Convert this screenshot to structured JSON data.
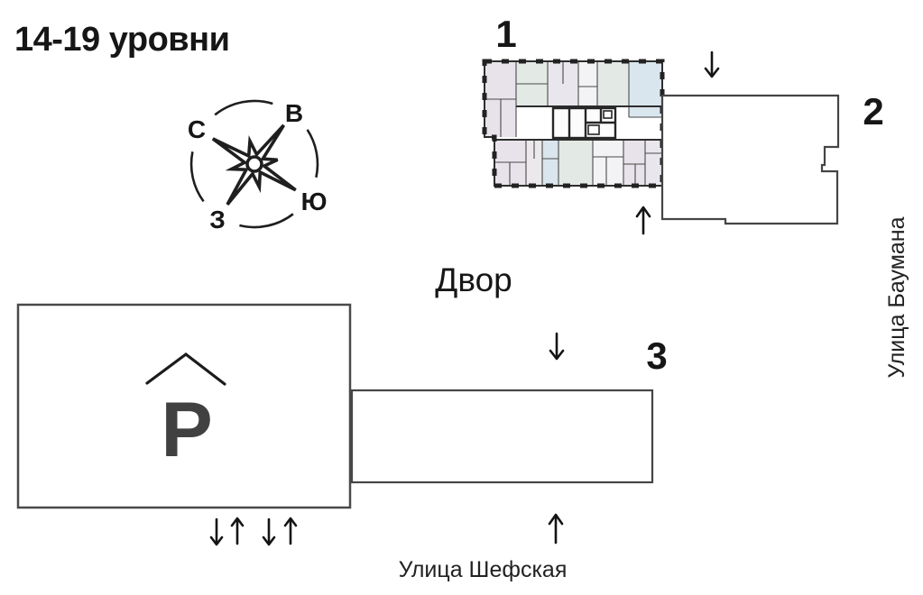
{
  "title": "14-19 уровни",
  "plan": {
    "courtyard_label": "Двор",
    "buildings": [
      {
        "label": "1"
      },
      {
        "label": "2"
      },
      {
        "label": "3"
      }
    ],
    "parking": {
      "symbol": "Р"
    },
    "streets": {
      "right": "Улица Баумана",
      "bottom": "Улица Шефская"
    },
    "compass": {
      "north": "С",
      "east": "В",
      "south": "Ю",
      "west": "З"
    }
  },
  "colors": {
    "background": "#ffffff",
    "ink": "#161616",
    "outline": "#454545",
    "room_lavender": "#e8e3ea",
    "room_mint": "#e3e9e5",
    "room_blue": "#d9e6ed",
    "room_gray": "#ebe9ec",
    "room_white": "#f3f2f4",
    "parking_letter": "#414141"
  }
}
